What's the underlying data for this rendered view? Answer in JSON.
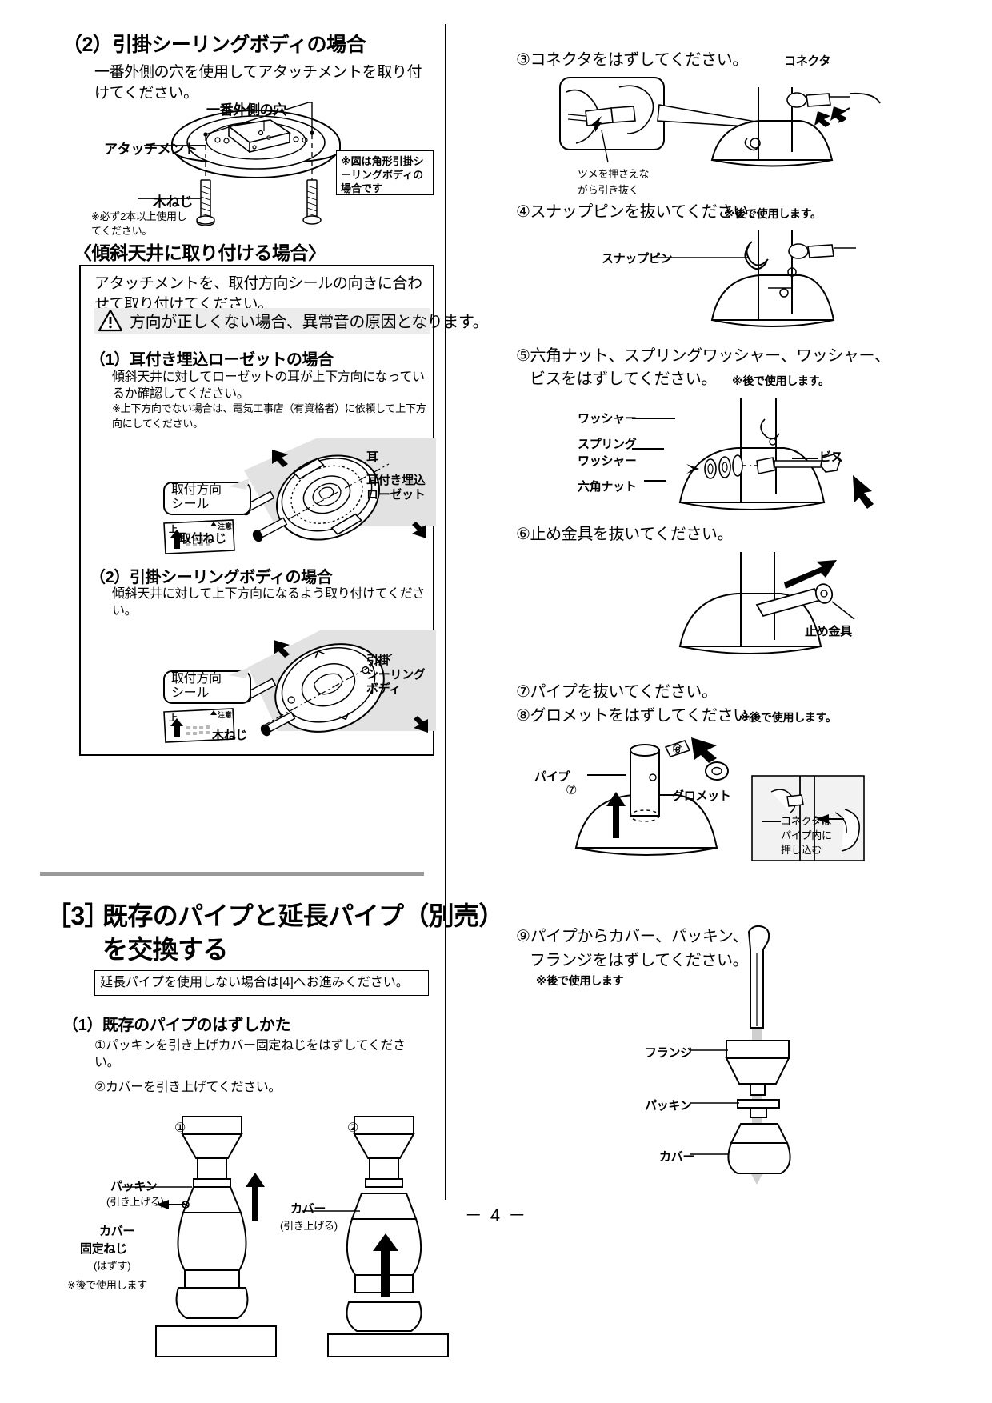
{
  "page": {
    "number": "－ 4 －"
  },
  "left_column": {
    "sec2": {
      "heading": "（2）引掛シーリングボディの場合",
      "body": "一番外側の穴を使用してアタッチメントを取り付けてください。",
      "note_box": "※図は角形引掛シーリングボディの場合です",
      "labels": {
        "outermost_hole": "一番外側の穴",
        "attachment": "アタッチメント",
        "wood_screw": "木ねじ",
        "wood_screw_note": "※必ず2本以上使用してください。"
      }
    },
    "slope": {
      "heading": "〈傾斜天井に取り付ける場合〉",
      "intro": "アタッチメントを、取付方向シールの向きに合わせて取り付けてください。",
      "warning": "方向が正しくない場合、異常音の原因となります。",
      "sub1": {
        "heading": "（1）耳付き埋込ローゼットの場合",
        "body": "傾斜天井に対してローゼットの耳が上下方向になっているか確認してください。",
        "note": "※上下方向でない場合は、電気工事店（有資格者）に依頼して上下方向にしてください。",
        "labels": {
          "ear": "耳",
          "seal": "取付方向\nシール",
          "seal_up": "上",
          "seal_caution": "注意",
          "rosette": "耳付き埋込\nローゼット",
          "mounting_screw": "取付ねじ"
        }
      },
      "sub2": {
        "heading": "（2）引掛シーリングボディの場合",
        "body": "傾斜天井に対して上下方向になるよう取り付けてください。",
        "labels": {
          "seal": "取付方向\nシール",
          "seal_up": "上",
          "seal_caution": "注意",
          "ceiling_body": "引掛\nシーリング\nボディ",
          "wood_screw": "木ねじ"
        }
      }
    },
    "sec3": {
      "heading_num": "［3］",
      "heading_line1": "既存のパイプと延長パイプ（別売）",
      "heading_line2": "を交換する",
      "callout": "延長パイプを使用しない場合は[4]へお進みください。",
      "sub1": {
        "heading": "（1）既存のパイプのはずしかた",
        "step1": "①パッキンを引き上げカバー固定ねじをはずしてください。",
        "step2": "②カバーを引き上げてください。",
        "labels": {
          "marker1": "①",
          "marker2": "②",
          "packing": "パッキン",
          "packing_sub": "(引き上げる)",
          "cover_screw_l1": "カバー",
          "cover_screw_l2": "固定ねじ",
          "cover_screw_sub": "(はずす)",
          "cover_screw_note": "※後で使用します",
          "cover": "カバー",
          "cover_sub": "(引き上げる)"
        }
      }
    }
  },
  "right_column": {
    "steps": [
      {
        "id": "step3",
        "text": "③コネクタをはずしてください。",
        "labels": {
          "connector": "コネクタ",
          "detail_note": "ツメを押さえながら引き抜く"
        }
      },
      {
        "id": "step4",
        "text": "④スナップピンを抜いてください。",
        "suffix": "※後で使用します。",
        "labels": {
          "snap_pin": "スナップピン"
        }
      },
      {
        "id": "step5",
        "text_line1": "⑤六角ナット、スプリングワッシャー、ワッシャー、",
        "text_line2": "ビスをはずしてください。",
        "suffix": "※後で使用します。",
        "labels": {
          "washer": "ワッシャー",
          "spring_washer_l1": "スプリング",
          "spring_washer_l2": "ワッシャー",
          "hex_nut": "六角ナット",
          "screw": "ビス"
        }
      },
      {
        "id": "step6",
        "text": "⑥止め金具を抜いてください。",
        "labels": {
          "retainer": "止め金具"
        }
      },
      {
        "id": "step7",
        "text": "⑦パイプを抜いてください。"
      },
      {
        "id": "step8",
        "text": "⑧グロメットをはずしてください。",
        "suffix": "※後で使用します。",
        "labels": {
          "pipe": "パイプ",
          "grommet": "グロメット",
          "marker7": "⑦",
          "marker8": "⑧",
          "inset_note": "コネクタは\nパイプ内に\n押し込む"
        }
      },
      {
        "id": "step9",
        "text_line1": "⑨パイプからカバー、パッキン、",
        "text_line2": "フランジをはずしてください。",
        "note": "※後で使用します",
        "labels": {
          "flange": "フランジ",
          "packing": "パッキン",
          "cover": "カバー"
        }
      }
    ]
  },
  "colors": {
    "ink": "#000000",
    "gray_band": "#e8e8e8",
    "rule": "#9a9a9a",
    "warn_bg": "#ececec"
  }
}
